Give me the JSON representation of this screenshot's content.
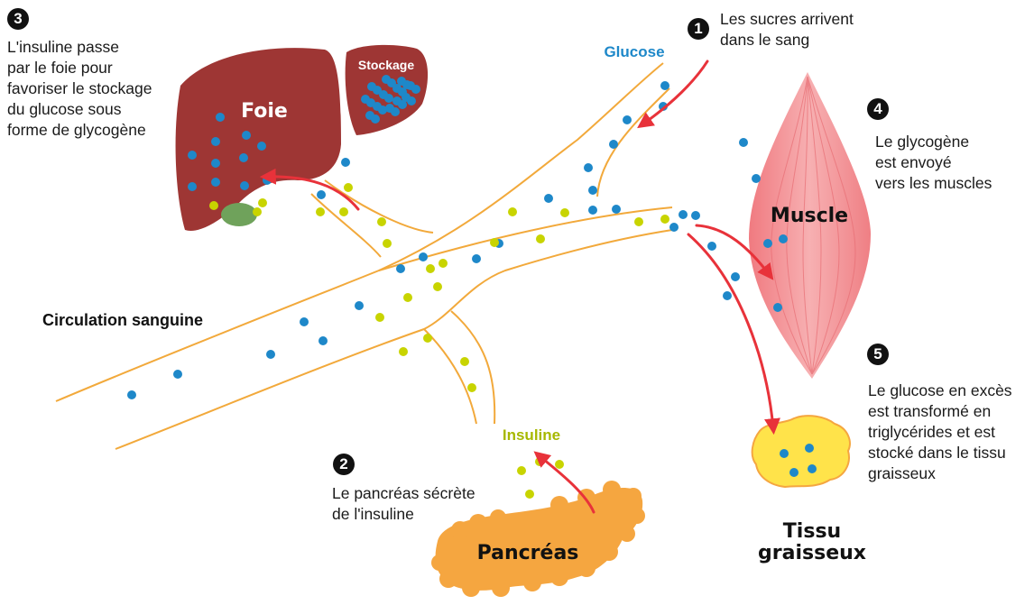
{
  "steps": {
    "s1": {
      "number": "1",
      "text": [
        "Les sucres arrivent",
        "dans le sang"
      ]
    },
    "s2": {
      "number": "2",
      "text": [
        "Le pancréas sécrète",
        "de l'insuline"
      ]
    },
    "s3": {
      "number": "3",
      "text": [
        "L'insuline passe",
        "par le foie pour",
        "favoriser le stockage",
        "du glucose sous",
        "forme de glycogène"
      ]
    },
    "s4": {
      "number": "4",
      "text": [
        "Le glycogène",
        "est envoyé",
        "vers les muscles"
      ]
    },
    "s5": {
      "number": "5",
      "text": [
        "Le glucose en excès",
        "est transformé en",
        "triglycérides et est",
        "stocké dans le tissu",
        "graisseux"
      ]
    }
  },
  "labels": {
    "glucose": "Glucose",
    "insuline": "Insuline",
    "stockage": "Stockage",
    "foie": "Foie",
    "muscle": "Muscle",
    "pancreas": "Pancréas",
    "tissu_line1": "Tissu",
    "tissu_line2": "graisseux",
    "circulation": "Circulation sanguine"
  },
  "colors": {
    "glucose": "#1e88c9",
    "insuline": "#c8d400",
    "liver": "#9e3634",
    "vessel": "#f2a93b",
    "arrow": "#e8323a",
    "muscle": "#f08f92",
    "pancreas": "#f5a640",
    "fat": "#ffe34a",
    "gallbladder": "#6fa25b"
  }
}
